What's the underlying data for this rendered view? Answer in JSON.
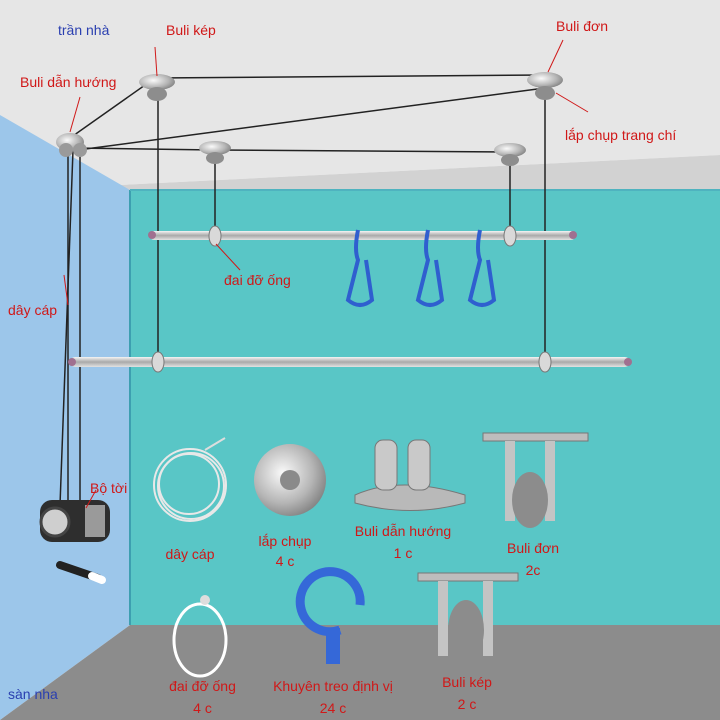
{
  "labels": {
    "ceiling": "trần nhà",
    "floor": "sàn nha",
    "double_pulley": "Buli kép",
    "single_pulley": "Buli đơn",
    "guide_pulley": "Buli dẫn hướng",
    "ceiling_cap": "lắp chụp trang chí",
    "pipe_clamp": "đai đỡ ống",
    "cable": "dây cáp",
    "winch": "Bộ tời"
  },
  "parts": [
    {
      "name": "dây cáp",
      "qty": ""
    },
    {
      "name": "lắp chụp",
      "qty": "4 c"
    },
    {
      "name": "Buli dẫn hướng",
      "qty": "1 c"
    },
    {
      "name": "Buli đơn",
      "qty": "2c"
    },
    {
      "name": "đai đỡ ống",
      "qty": "4 c"
    },
    {
      "name": "Khuyên treo định vị",
      "qty": "24 c"
    },
    {
      "name": "Buli kép",
      "qty": "2 c"
    }
  ],
  "colors": {
    "label_red": "#d01818",
    "label_blue": "#2a3fb0",
    "wall_teal": "#59c6c6",
    "left_wall": "#9cc6ea",
    "ceiling_gray": "#dcdcdc",
    "floor_gray": "#8c8c8c",
    "hanger_blue": "#3568d8"
  }
}
